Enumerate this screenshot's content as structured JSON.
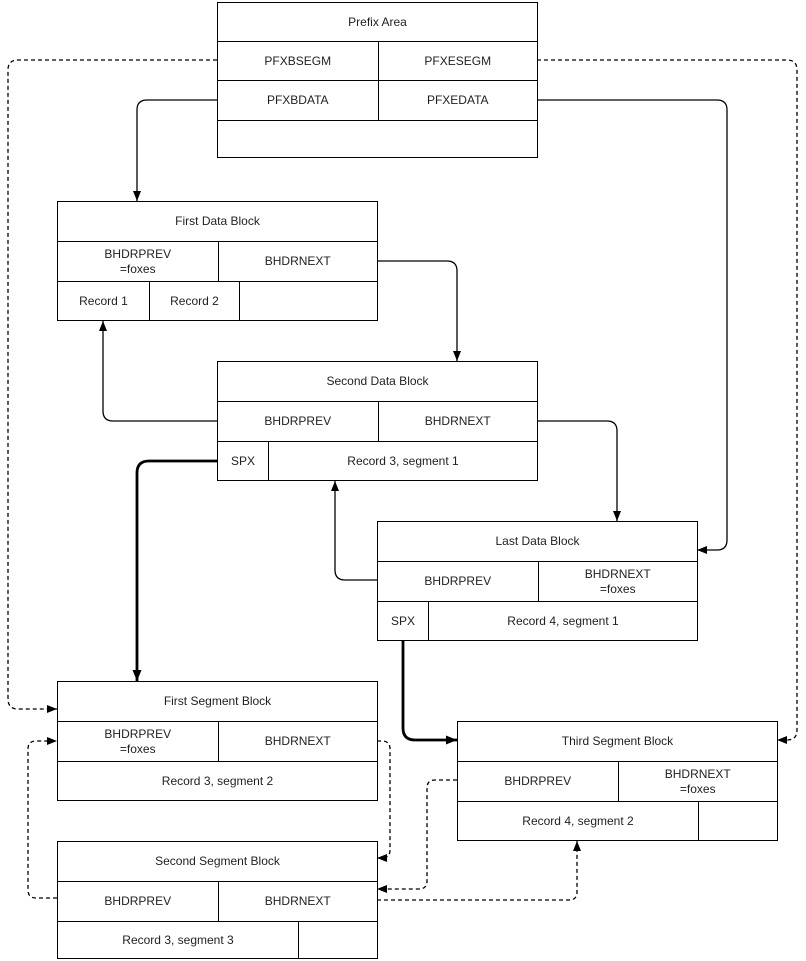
{
  "blocks": {
    "prefix_area": {
      "title": "Prefix Area",
      "pfxbsegm": "PFXBSEGM",
      "pfxesegm": "PFXESEGM",
      "pfxbdata": "PFXBDATA",
      "pfxedata": "PFXEDATA"
    },
    "first_data_block": {
      "title": "First Data Block",
      "bhdrprev": "BHDRPREV",
      "bhdrprev_value": "=foxes",
      "bhdrnext": "BHDRNEXT",
      "record1": "Record 1",
      "record2": "Record 2"
    },
    "second_data_block": {
      "title": "Second Data Block",
      "bhdrprev": "BHDRPREV",
      "bhdrnext": "BHDRNEXT",
      "spx": "SPX",
      "record": "Record 3, segment 1"
    },
    "last_data_block": {
      "title": "Last Data Block",
      "bhdrprev": "BHDRPREV",
      "bhdrnext": "BHDRNEXT",
      "bhdrnext_value": "=foxes",
      "spx": "SPX",
      "record": "Record 4, segment 1"
    },
    "first_segment_block": {
      "title": "First Segment Block",
      "bhdrprev": "BHDRPREV",
      "bhdrprev_value": "=foxes",
      "bhdrnext": "BHDRNEXT",
      "record": "Record 3, segment 2"
    },
    "second_segment_block": {
      "title": "Second Segment Block",
      "bhdrprev": "BHDRPREV",
      "bhdrnext": "BHDRNEXT",
      "record": "Record 3, segment 3"
    },
    "third_segment_block": {
      "title": "Third Segment Block",
      "bhdrprev": "BHDRPREV",
      "bhdrnext": "BHDRNEXT",
      "bhdrnext_value": "=foxes",
      "record": "Record 4, segment 2"
    }
  },
  "colors": {
    "line": "#000000",
    "text": "#1f1f1f",
    "background": "#ffffff"
  }
}
